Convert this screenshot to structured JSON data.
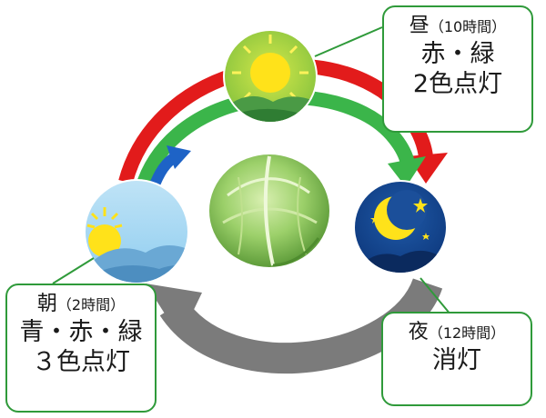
{
  "cycle": {
    "day": {
      "title": "昼",
      "duration": "（10時間）",
      "lines": [
        "赤・緑",
        "2色点灯"
      ],
      "color": "#2f9a3a"
    },
    "night": {
      "title": "夜",
      "duration": "（12時間）",
      "lines": [
        "消灯"
      ],
      "color": "#2f9a3a"
    },
    "morning": {
      "title": "朝",
      "duration": "（2時間）",
      "lines": [
        "青・赤・緑",
        "３色点灯"
      ],
      "color": "#2f9a3a"
    }
  },
  "icons": {
    "day": "sun-icon",
    "night": "moon-stars-icon",
    "morning": "rising-sun-icon",
    "center": "cabbage-icon"
  },
  "colors": {
    "red_arrow": "#e21b1b",
    "green_arrow": "#3bb54a",
    "blue_arrow": "#1e63c6",
    "gray_arrow": "#7b7b7b",
    "box_border": "#2f9a3a"
  }
}
